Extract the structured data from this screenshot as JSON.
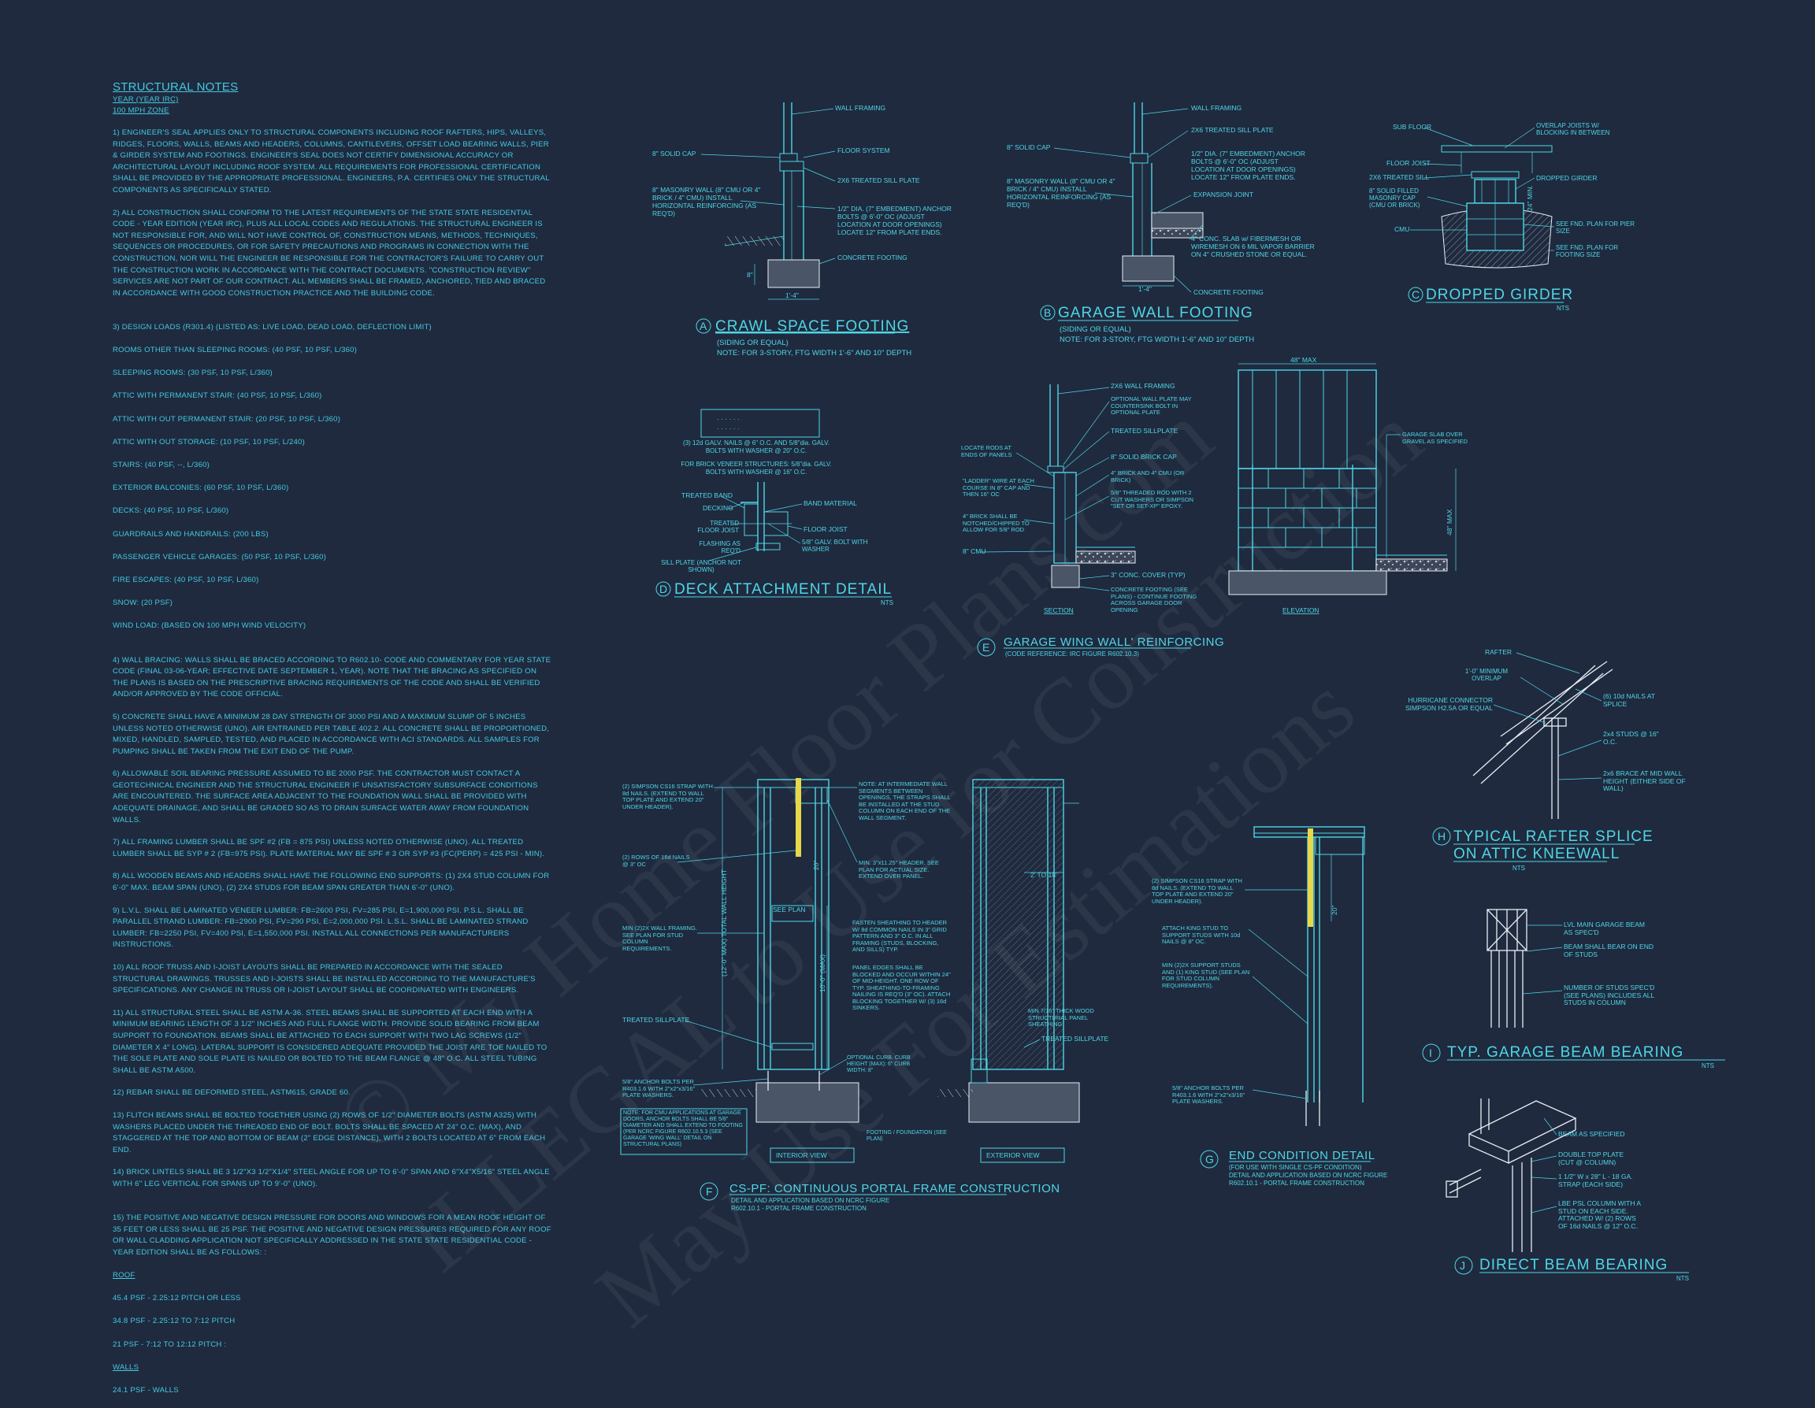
{
  "notes": {
    "title": "STRUCTURAL NOTES",
    "line1": "YEAR  (YEAR IRC)",
    "line2": "100 mph ZONE",
    "paragraphs": [
      "1) ENGINEER'S SEAL APPLIES ONLY TO STRUCTURAL COMPONENTS INCLUDING ROOF RAFTERS, HIPS, VALLEYS, RIDGES, FLOORS, WALLS, BEAMS AND HEADERS, COLUMNS, CANTILEVERS, OFFSET LOAD BEARING WALLS, PIER & GIRDER SYSTEM AND FOOTINGS. ENGINEER'S SEAL DOES NOT CERTIFY DIMENSIONAL ACCURACY OR ARCHITECTURAL LAYOUT INCLUDING ROOF SYSTEM. ALL REQUIREMENTS FOR PROFESSIONAL CERTIFICATION SHALL BE PROVIDED BY THE APPROPRIATE PROFESSIONAL.  ENGINEERS, P.A. CERTIFIES ONLY THE STRUCTURAL COMPONENTS AS SPECIFICALLY STATED.",
      "2) ALL CONSTRUCTION SHALL CONFORM TO THE LATEST REQUIREMENTS OF THE STATE STATE RESIDENTIAL CODE - YEAR EDITION (YEAR IRC), PLUS ALL LOCAL CODES AND REGULATIONS. THE STRUCTURAL ENGINEER IS NOT RESPONSIBLE FOR, AND WILL NOT HAVE CONTROL OF, CONSTRUCTION MEANS, METHODS, TECHNIQUES, SEQUENCES OR PROCEDURES, OR FOR SAFETY PRECAUTIONS AND PROGRAMS IN CONNECTION WITH THE CONSTRUCTION, NOR WILL THE ENGINEER BE RESPONSIBLE FOR THE CONTRACTOR'S FAILURE TO CARRY OUT THE CONSTRUCTION WORK IN ACCORDANCE WITH THE CONTRACT DOCUMENTS. \"CONSTRUCTION REVIEW\" SERVICES ARE NOT PART OF OUR CONTRACT. ALL MEMBERS SHALL BE FRAMED, ANCHORED, TIED AND BRACED IN ACCORDANCE WITH GOOD CONSTRUCTION PRACTICE AND THE BUILDING CODE."
    ],
    "loads_head": "3) DESIGN LOADS (R301.4) (LISTED AS: LIVE LOAD, DEAD LOAD, DEFLECTION LIMIT)",
    "loads": [
      "ROOMS OTHER THAN SLEEPING ROOMS: (40 PSF, 10 PSF, L/360)",
      "SLEEPING ROOMS: (30 PSF, 10 PSF, L/360)",
      "ATTIC WITH PERMANENT STAIR: (40 PSF, 10 PSF, L/360)",
      "ATTIC WITH OUT PERMANENT STAIR: (20 PSF, 10 PSF, L/360)",
      "ATTIC WITH OUT STORAGE: (10 PSF, 10 PSF, L/240)",
      "STAIRS: (40 PSF, --, L/360)",
      "EXTERIOR BALCONIES: (60 PSF, 10 PSF, L/360)",
      "DECKS: (40 PSF, 10 PSF, L/360)",
      "GUARDRAILS AND HANDRAILS: (200 LBS)",
      "PASSENGER VEHICLE GARAGES: (50 PSF, 10 PSF, L/360)",
      "FIRE ESCAPES: (40 PSF, 10 PSF, L/360)",
      "SNOW: (20 PSF)",
      "WIND LOAD: (BASED ON 100 MPH WIND VELOCITY)"
    ],
    "paragraphs2": [
      "4) WALL BRACING: WALLS SHALL BE BRACED ACCORDING TO R602.10- CODE AND COMMENTARY FOR YEAR STATE CODE (FINAL 03-06-YEAR; EFFECTIVE DATE SEPTEMBER 1, YEAR). NOTE THAT THE BRACING AS SPECIFIED ON THE PLANS IS BASED ON THE PRESCRIPTIVE BRACING REQUIREMENTS OF THE CODE AND SHALL BE VERIFIED AND/OR APPROVED BY THE CODE OFFICIAL.",
      "5) CONCRETE SHALL HAVE A MINIMUM 28 DAY STRENGTH OF 3000 PSI AND A MAXIMUM SLUMP OF 5 INCHES UNLESS NOTED OTHERWISE (UNO). AIR ENTRAINED PER TABLE 402.2. ALL CONCRETE SHALL BE PROPORTIONED, MIXED, HANDLED, SAMPLED, TESTED, AND PLACED IN ACCORDANCE WITH ACI STANDARDS. ALL SAMPLES FOR PUMPING SHALL BE TAKEN FROM THE EXIT END OF THE PUMP.",
      "6) ALLOWABLE SOIL BEARING PRESSURE ASSUMED TO BE 2000 PSF. THE CONTRACTOR MUST CONTACT A GEOTECHNICAL ENGINEER AND THE STRUCTURAL ENGINEER IF UNSATISFACTORY SUBSURFACE CONDITIONS ARE ENCOUNTERED. THE SURFACE AREA ADJACENT TO THE FOUNDATION WALL SHALL BE PROVIDED WITH ADEQUATE DRAINAGE, AND SHALL BE GRADED SO AS TO DRAIN SURFACE WATER AWAY FROM FOUNDATION WALLS.",
      "7) ALL FRAMING LUMBER SHALL BE SPF #2 (Fb = 875 PSI) UNLESS NOTED OTHERWISE (UNO). ALL TREATED LUMBER SHALL BE SYP # 2 (Fb=975 PSI). PLATE MATERIAL MAY BE SPF # 3 OR SYP #3 (Fc(perp) = 425 PSI - MIN).",
      "8) ALL WOODEN BEAMS AND HEADERS SHALL HAVE THE FOLLOWING END SUPPORTS: (1) 2x4 STUD COLUMN FOR 6'-0\" MAX. BEAM SPAN (UNO), (2) 2x4 STUDS FOR BEAM SPAN GREATER THAN 6'-0\" (UNO).",
      "9) L.V.L. SHALL BE LAMINATED VENEER LUMBER: Fb=2600 PSI, Fv=285 PSI, E=1,900,000 PSI. P.S.L. SHALL BE PARALLEL STRAND LUMBER: Fb=2900 PSI, Fv=290 PSI, E=2,000,000 PSI. L.S.L. SHALL BE LAMINATED STRAND LUMBER: Fb=2250 PSI, Fv=400 PSI, E=1,550,000 PSI. INSTALL ALL CONNECTIONS PER MANUFACTURERS INSTRUCTIONS.",
      "10) ALL ROOF TRUSS AND I-JOIST LAYOUTS SHALL BE PREPARED IN ACCORDANCE WITH THE SEALED STRUCTURAL DRAWINGS. TRUSSES AND I-JOISTS SHALL BE INSTALLED ACCORDING TO THE MANUFACTURE'S SPECIFICATIONS. ANY CHANGE IN TRUSS OR I-JOIST LAYOUT SHALL BE COORDINATED WITH  ENGINEERS.",
      "11) ALL STRUCTURAL STEEL SHALL BE ASTM A-36. STEEL BEAMS SHALL BE SUPPORTED AT EACH END WITH A MINIMUM BEARING LENGTH OF 3 1/2\" INCHES AND FULL FLANGE WIDTH. PROVIDE SOLID BEARING FROM BEAM SUPPORT TO FOUNDATION.  BEAMS SHALL BE ATTACHED TO EACH SUPPORT WITH TWO LAG SCREWS (1/2\" DIAMETER x 4\" LONG). LATERAL SUPPORT IS CONSIDERED ADEQUATE PROVIDED THE JOIST ARE TOE NAILED TO THE SOLE PLATE AND SOLE PLATE IS NAILED OR BOLTED TO THE BEAM FLANGE @ 48\" O.C. ALL STEEL TUBING SHALL BE ASTM A500.",
      "12) REBAR SHALL BE DEFORMED STEEL, ASTM615, GRADE 60.",
      "13) FLITCH BEAMS SHALL BE BOLTED TOGETHER USING (2) ROWS OF 1/2\" DIAMETER BOLTS (ASTM A325) WITH WASHERS PLACED UNDER THE THREADED END OF BOLT. BOLTS SHALL BE SPACED AT 24\" O.C. (MAX), AND STAGGERED AT THE TOP AND BOTTOM OF BEAM (2\" EDGE DISTANCE), WITH 2 BOLTS LOCATED AT 6\" FROM EACH END.",
      "14) BRICK LINTELS SHALL BE 3 1/2\"x3 1/2\"x1/4\" STEEL ANGLE FOR UP TO 6'-0\" SPAN AND 6\"x4\"x5/16\" STEEL ANGLE WITH 6\" LEG VERTICAL FOR SPANS UP TO 9'-0\" (UNO)."
    ],
    "p15": "15) THE POSITIVE AND NEGATIVE DESIGN PRESSURE FOR DOORS AND WINDOWS FOR A MEAN ROOF HEIGHT OF 35 FEET OR LESS SHALL BE 25 PSF. THE POSITIVE AND NEGATIVE DESIGN PRESSURES REQUIRED FOR ANY ROOF OR WALL CLADDING APPLICATION NOT SPECIFICALLY ADDRESSED IN THE STATE STATE RESIDENTIAL CODE - YEAR EDITION SHALL BE AS FOLLOWS: :",
    "roof_head": "ROOF",
    "roof": [
      "45.4 PSF - 2.25:12 PITCH OR LESS",
      "34.8 PSF - 2.25:12 TO 7:12 PITCH",
      "21 PSF - 7:12 TO 12:12 PITCH :"
    ],
    "walls_head": "WALLS",
    "walls": [
      "24.1 PSF - WALLS"
    ]
  },
  "details": {
    "A": {
      "mark": "A",
      "title": "CRAWL SPACE FOOTING",
      "sub1": "(SIDING OR EQUAL)",
      "sub2": "NOTE: FOR 3-STORY, FTG WIDTH 1'-6\" AND 10\" DEPTH",
      "labels": [
        "WALL FRAMING",
        "8\" SOLID CAP",
        "FLOOR SYSTEM",
        "2x6 TREATED SILL PLATE",
        "8\" MASONRY WALL (8\" CMU OR 4\" BRICK / 4\" CMU) INSTALL HORIZONTAL REINFORCING (AS REQ'D)",
        "1/2\" DIA. (7\" EMBEDMENT) ANCHOR BOLTS @ 6'-0\" OC (ADJUST LOCATION AT DOOR OPENINGS) LOCATE 12\" FROM PLATE ENDS.",
        "CONCRETE FOOTING",
        "1'-4\"",
        "8\""
      ]
    },
    "B": {
      "mark": "B",
      "title": "GARAGE WALL FOOTING",
      "sub1": "(SIDING OR EQUAL)",
      "sub2": "NOTE: FOR 3-STORY, FTG WIDTH 1'-6\" AND 10\" DEPTH",
      "labels": [
        "WALL FRAMING",
        "2x6 TREATED SILL PLATE",
        "8\" SOLID CAP",
        "1/2\" DIA. (7\" EMBEDMENT) ANCHOR BOLTS @ 6'-0\" OC (ADJUST LOCATION AT DOOR OPENINGS) LOCATE 12\" FROM PLATE ENDS.",
        "8\" MASONRY WALL (8\" CMU OR 4\" BRICK / 4\" CMU) INSTALL HORIZONTAL REINFORCING (AS REQ'D)",
        "EXPANSION JOINT",
        "4\" CONC. SLAB w/ FIBERMESH OR WIREMESH ON 6 MIL VAPOR BARRIER ON 4\" CRUSHED STONE OR EQUAL.",
        "CONCRETE FOOTING",
        "1'-4\""
      ]
    },
    "C": {
      "mark": "C",
      "title": "DROPPED GIRDER",
      "nts": "NTS",
      "labels": [
        "SUB FLOOR",
        "OVERLAP JOISTS W/ BLOCKING IN BETWEEN",
        "FLOOR JOIST",
        "2x6 TREATED SILL",
        "DROPPED GIRDER",
        "8\" SOLID FILLED MASONRY CAP (CMU OR BRICK)",
        "CMU",
        "SEE FND. PLAN FOR PIER SIZE",
        "SEE FND. PLAN FOR FOOTING SIZE",
        "24\" MIN."
      ]
    },
    "D": {
      "mark": "D",
      "title": "DECK ATTACHMENT DETAIL",
      "nts": "NTS",
      "labels": [
        "(3) 12d GALV. NAILS @ 6\" O.C. AND 5/8\"dia. GALV. BOLTS WITH WASHER @ 20\" O.C.",
        "FOR BRICK VENEER STRUCTURES: 5/8\"dia. GALV. BOLTS WITH WASHER @ 16\" O.C.",
        "TREATED BAND",
        "DECKING",
        "BAND MATERIAL",
        "TREATED FLOOR JOIST",
        "FLOOR JOIST",
        "FLASHING AS REQ'D",
        "5/8\" GALV. BOLT WITH WASHER",
        "SILL PLATE (ANCHOR NOT SHOWN)"
      ]
    },
    "E": {
      "mark": "E",
      "title": "GARAGE WING WALL' REINFORCING",
      "sub1": "(CODE REFERENCE: IRC FIGURE R602.10.3)",
      "labels": [
        "2x6 WALL FRAMING",
        "OPTIONAL WALL PLATE MAY COUNTERSINK BOLT IN OPTIONAL PLATE",
        "TREATED SILLPLATE",
        "LOCATE RODS AT ENDS OF PANELS",
        "8\" SOLID BRICK CAP",
        "4\" BRICK AND 4\" CMU (OR BRICK)",
        "\"LADDER\" WIRE AT EACH COURSE IN 8\" CAP AND THEN 16\" OC",
        "5/8\" THREADED ROD WITH 2 CUT WASHERS OR SIMPSON \"SET OR SET-XP\" EPOXY.",
        "4\" BRICK SHALL BE NOTCHED/CHIPPED TO ALLOW FOR 5/8\" ROD",
        "8\" CMU",
        "3\" CONC. COVER (TYP)",
        "CONCRETE FOOTING (SEE PLANS) - CONTINUE FOOTING ACROSS GARAGE DOOR OPENING",
        "SECTION",
        "ELEVATION",
        "48\" MAX",
        "GARAGE SLAB OVER GRAVEL AS SPECIFIED",
        "48\" MAX"
      ]
    },
    "F": {
      "mark": "F",
      "title": "CS-PF: CONTINUOUS PORTAL FRAME CONSTRUCTION",
      "sub1": "DETAIL AND APPLICATION BASED ON NCRC FIGURE",
      "sub2": "R602.10.1 - PORTAL FRAME CONSTRUCTION",
      "labels": [
        "(2) SIMPSON CS16 STRAP WITH 8d NAILS. (EXTEND TO WALL TOP PLATE AND EXTEND 20\" UNDER HEADER).",
        "(2) ROWS OF 16d NAILS @ 3\" OC",
        "MIN (2)2X WALL FRAMING. SEE PLAN FOR STUD COLUMN REQUIREMENTS.",
        "TREATED SILLPLATE",
        "5/8\" ANCHOR BOLTS PER R403.1.6 WITH 2\"x2\"x3/16\" PLATE WASHERS.",
        "NOTE: FOR CMU APPLICATIONS AT GARAGE DOORS, ANCHOR BOLTS SHALL BE 5/8\" DIAMETER AND SHALL EXTEND TO FOOTING (PER NCRC FIGURE R602.10.5.3 (SEE GARAGE 'WING WALL' DETAIL ON STRUCTURAL PLANS)",
        "NOTE: AT INTERMEDIATE WALL SEGMENTS BETWEEN OPENINGS, THE STRAPS SHALL BE INSTALLED AT THE STUD COLUMN ON EACH END OF THE WALL SEGMENT.",
        "MIN. 3\"x11.25\" HEADER. SEE PLAN FOR ACTUAL SIZE. EXTEND OVER PANEL.",
        "FASTEN SHEATHING TO HEADER W/ 8d COMMON NAILS IN 3\" GRID PATTERN AND 3\" O.C. IN ALL FRAMING (STUDS, BLOCKING, AND SILLS) TYP.",
        "PANEL EDGES SHALL BE BLOCKED AND OCCUR WITHIN 24\" OF MID-HEIGHT. ONE ROW OF TYP. SHEATHING-TO-FRAMING NAILING IS REQ'D (3\" OC). ATTACH BLOCKING TOGETHER W/ (3) 16d SINKERS.",
        "MIN 7/16\" THICK WOOD STRUCTURAL PANEL SHEATHING",
        "TREATED SILLPLATE",
        "OPTIONAL CURB. CURB HEIGHT (MAX): 6\" CURB WIDTH: 8\"",
        "FOOTING / FOUNDATION (SEE PLAN)",
        "INTERIOR VIEW",
        "EXTERIOR VIEW",
        "(12'-0\" MAX) TOTAL WALL HEIGHT",
        "10'-0\" (MAX)",
        "SEE PLAN",
        "2' TO 18'",
        "20\""
      ]
    },
    "G": {
      "mark": "G",
      "title": "END CONDITION DETAIL",
      "sub1": "(FOR USE WITH SINGLE CS-PF CONDITION)",
      "sub2": "DETAIL AND APPLICATION BASED ON NCRC FIGURE",
      "sub3": "R602.10.1 - PORTAL FRAME CONSTRUCTION",
      "labels": [
        "(2) SIMPSON CS16 STRAP WITH 8d NAILS. (EXTEND TO WALL TOP PLATE AND EXTEND 20\" UNDER HEADER).",
        "ATTACH KING STUD TO SUPPORT STUDS WITH 10d NAILS @ 8\" OC.",
        "MIN (2)2X SUPPORT STUDS AND (1) KING STUD (SEE PLAN FOR STUD COLUMN REQUIREMENTS).",
        "5/8\" ANCHOR BOLTS PER R403.1.6 WITH 2\"x2\"x3/16\" PLATE WASHERS.",
        "20\""
      ]
    },
    "H": {
      "mark": "H",
      "title1": "TYPICAL RAFTER SPLICE",
      "title2": "ON ATTIC KNEEWALL",
      "nts": "NTS",
      "labels": [
        "RAFTER",
        "1'-0\" MINIMUM OVERLAP",
        "HURRICANE CONNECTOR SIMPSON H2.5A OR EQUAL",
        "(6) 10d NAILS AT SPLICE",
        "2x4 STUDS @ 16\" O.C.",
        "2x6 BRACE AT MID WALL HEIGHT (EITHER SIDE OF WALL)"
      ]
    },
    "I": {
      "mark": "I",
      "title": "TYP. GARAGE BEAM BEARING",
      "nts": "NTS",
      "labels": [
        "LVL MAIN GARAGE BEAM  AS SPEC'D",
        "BEAM SHALL BEAR ON END OF STUDS",
        "NUMBER OF STUDS SPEC'D (SEE PLANS) INCLUDES ALL STUDS IN COLUMN"
      ]
    },
    "J": {
      "mark": "J",
      "title": "DIRECT BEAM BEARING",
      "nts": "NTS",
      "labels": [
        "BEAM AS SPECIFIED",
        "DOUBLE TOP PLATE (CUT @ COLUMN)",
        "1 1/2\" W x 28\" L - 18 GA. STRAP (EACH SIDE)",
        "LBE PSL COLUMN WITH A STUD ON EACH SIDE. ATTACHED W/ (2) ROWS OF 16d NAILS @ 12\" O.C."
      ]
    }
  },
  "watermark": [
    "© My Home Floor Plans.com",
    "ILLEGAL to Use for Construction",
    "May Use For Estimations"
  ]
}
